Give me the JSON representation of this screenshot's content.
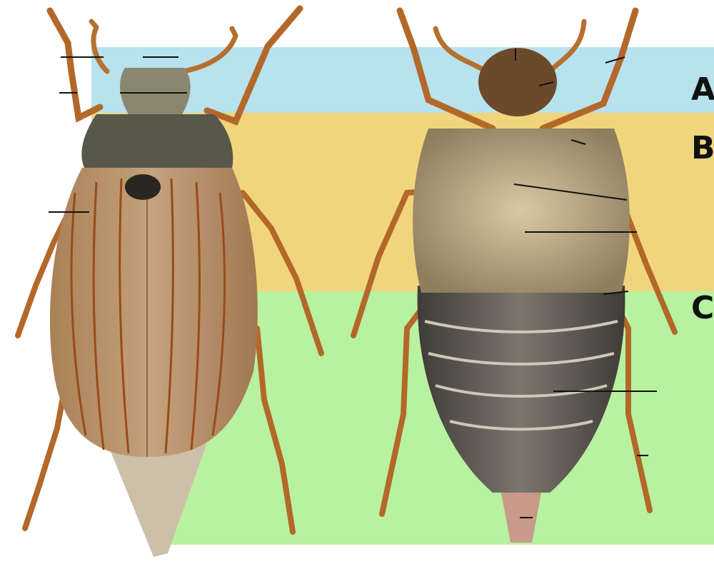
{
  "bands": [
    {
      "letter": "A",
      "color": "#b7e2ee"
    },
    {
      "letter": "B",
      "color": "#f1d57c"
    },
    {
      "letter": "C",
      "color": "#b8f1a0"
    }
  ],
  "colors": {
    "elytra": "#b08a5c",
    "stripe": "#9a4a1c",
    "pronotum": "#57574a",
    "leg": "#b3682a",
    "abdomen": "#5e5a54",
    "hairs": "#c9b78f"
  }
}
